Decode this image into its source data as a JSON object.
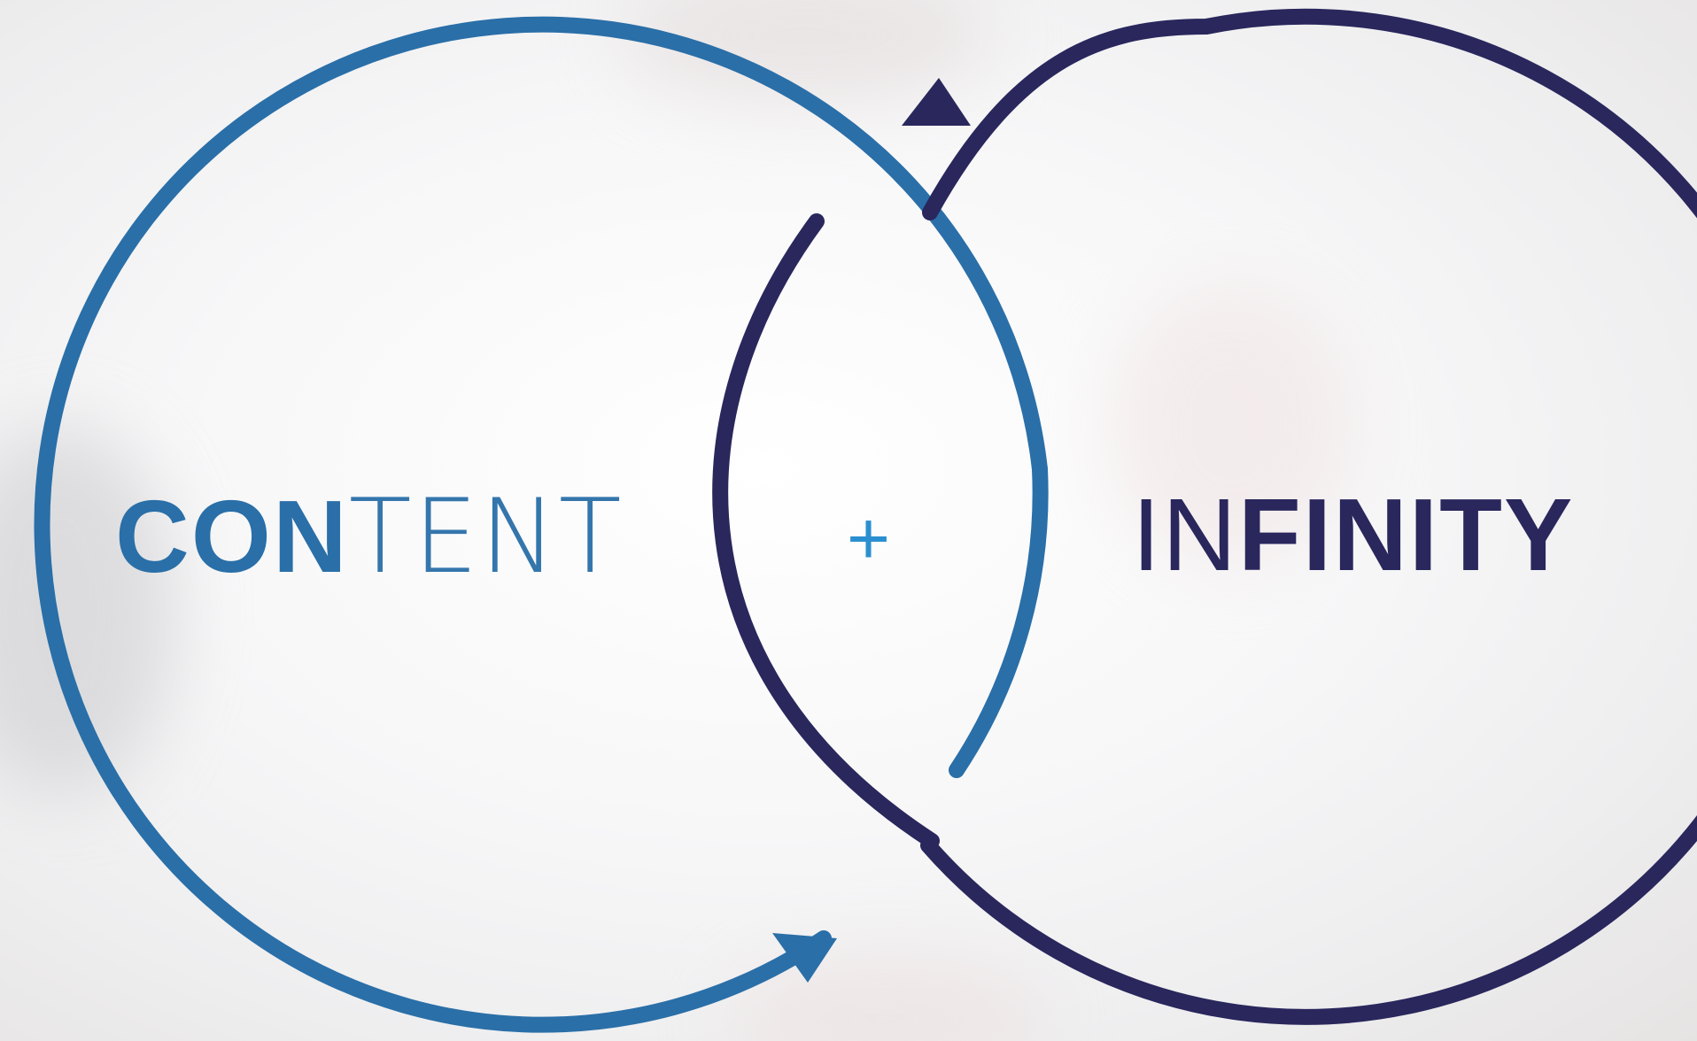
{
  "left_word": {
    "bold_part": "CON",
    "light_part": "TENT"
  },
  "right_word": {
    "light_part": "IN",
    "bold_part": "FINITY"
  },
  "joiner": "+",
  "colors": {
    "blue": "#2a6fa8",
    "navy": "#29275c",
    "plus": "#2a8fd0"
  }
}
